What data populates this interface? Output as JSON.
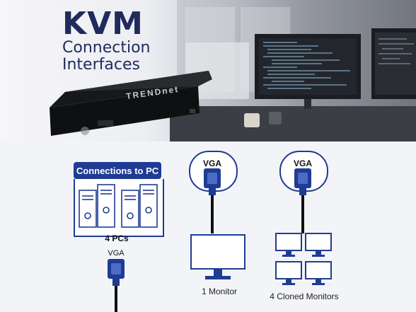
{
  "header": {
    "title": "KVM",
    "subtitle_line1": "Connection",
    "subtitle_line2": "Interfaces"
  },
  "device": {
    "brand": "TRENDnet"
  },
  "pc_panel": {
    "title": "Connections to PC",
    "count_label": "4 PCs",
    "connector_label": "VGA"
  },
  "monitor_single": {
    "connector_label": "VGA",
    "caption": "1 Monitor"
  },
  "monitor_cloned": {
    "connector_label": "VGA",
    "caption": "4 Cloned Monitors"
  },
  "colors": {
    "brand_blue": "#1f3c94",
    "title_navy": "#1f2b5c"
  }
}
